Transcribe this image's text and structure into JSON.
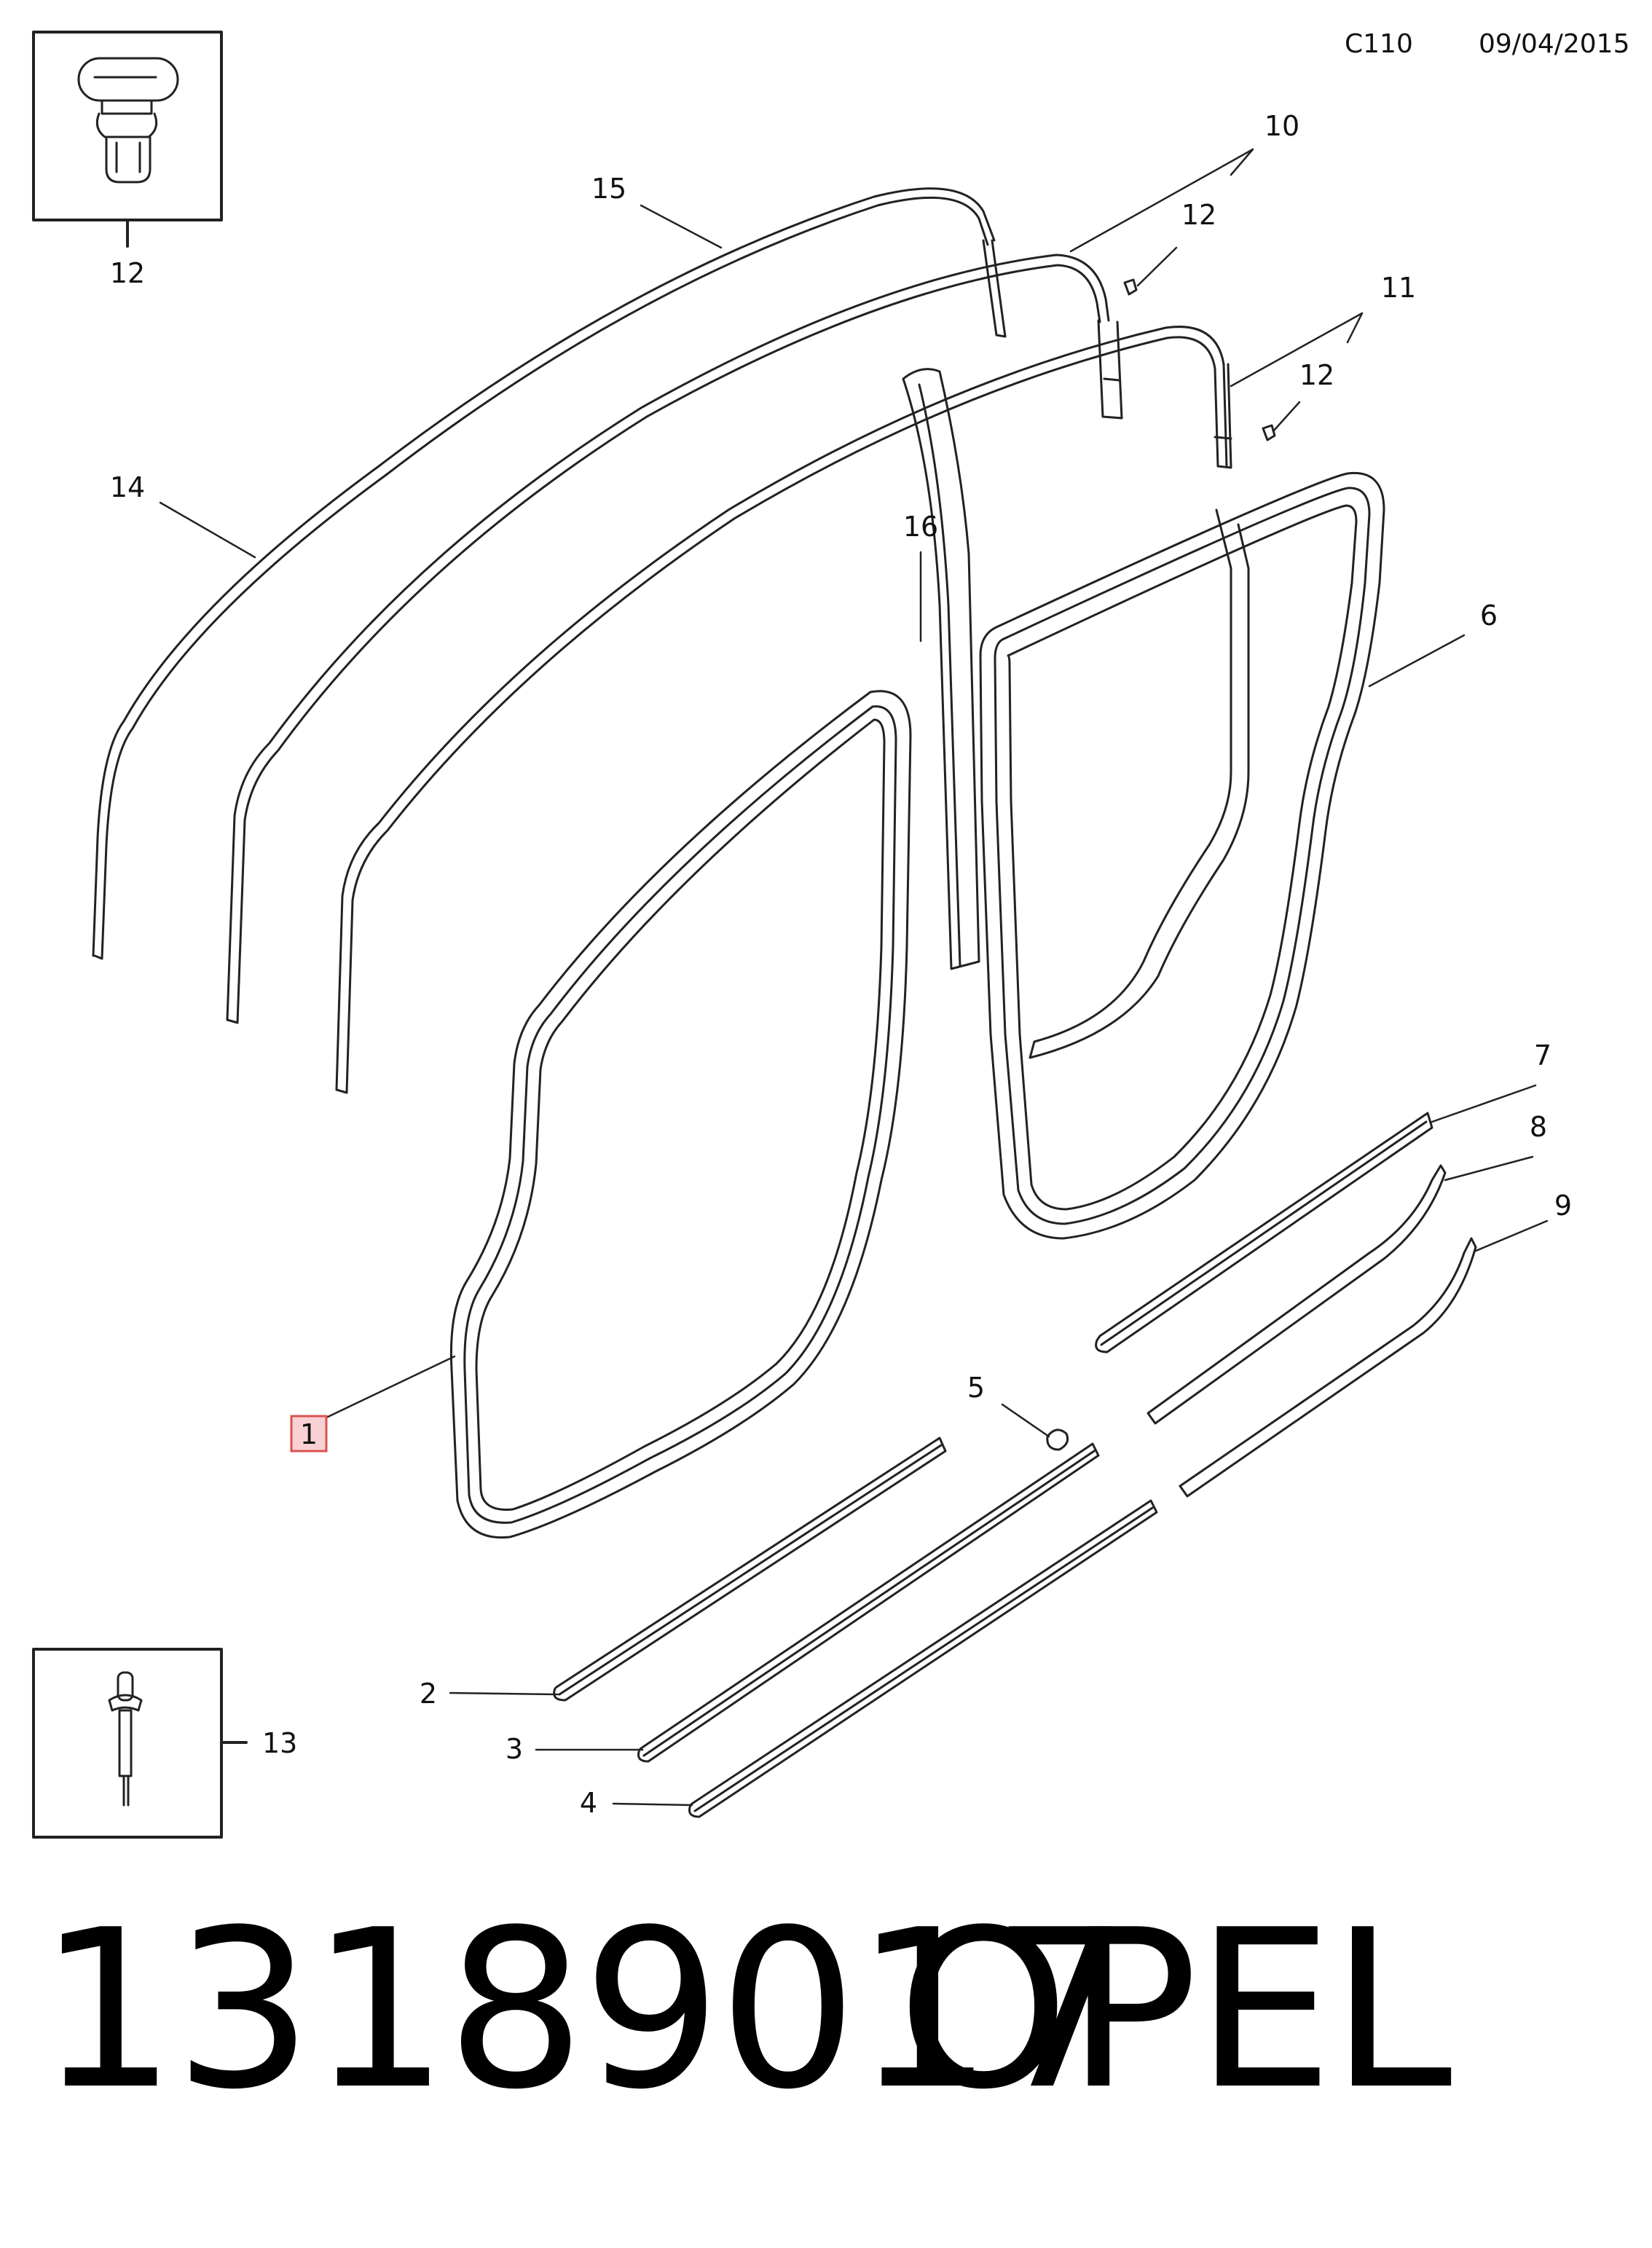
{
  "header": {
    "code": "C110",
    "date": "09/04/2015"
  },
  "footer": {
    "part_number": "13189017",
    "brand": "OPEL"
  },
  "callouts": {
    "c1": "1",
    "c2": "2",
    "c3": "3",
    "c4": "4",
    "c5": "5",
    "c6": "6",
    "c7": "7",
    "c8": "8",
    "c9": "9",
    "c10": "10",
    "c11": "11",
    "c12": "12",
    "c13": "13",
    "c14": "14",
    "c15": "15",
    "c16": "16"
  },
  "colors": {
    "line": "#222222",
    "highlight_fill": "#f9d0d3",
    "highlight_stroke": "#d9534f"
  }
}
